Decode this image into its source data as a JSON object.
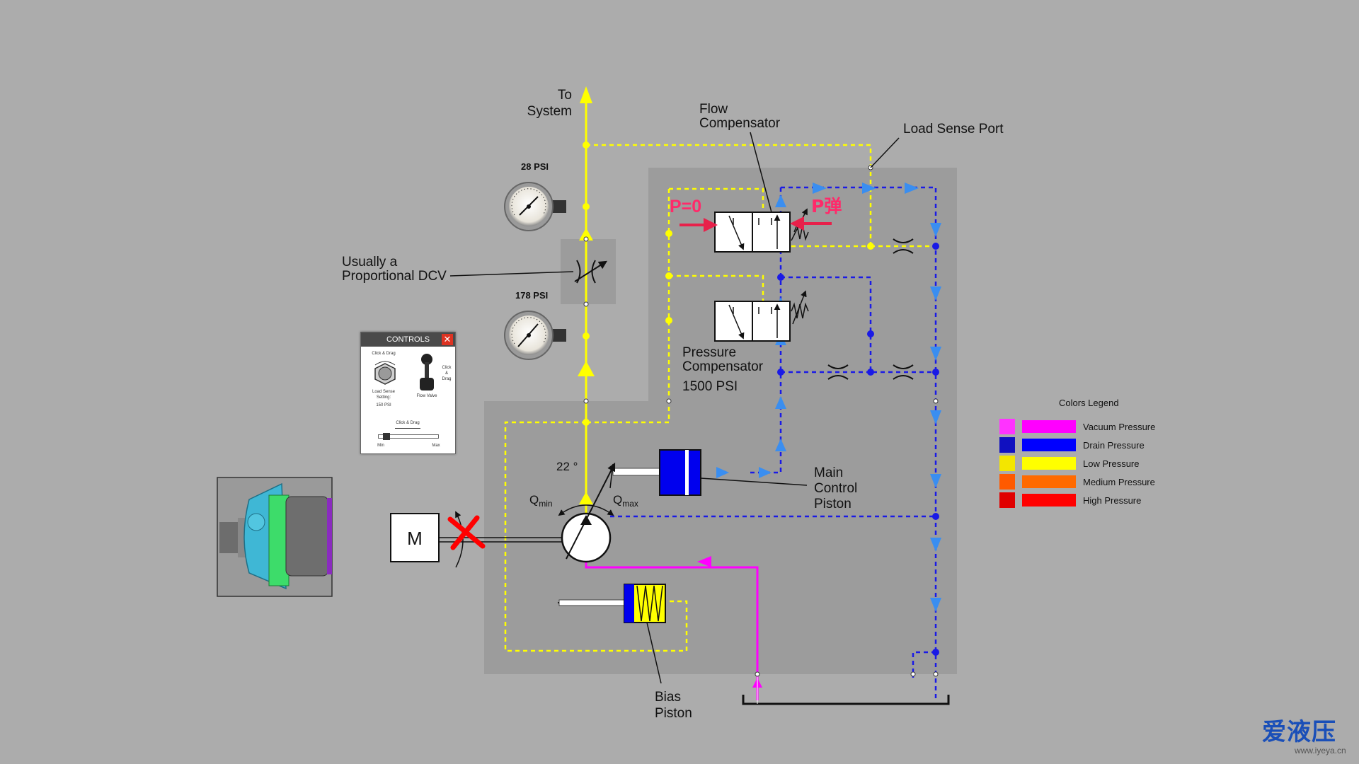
{
  "labels": {
    "to_system": [
      "To",
      "System"
    ],
    "flow_compensator": [
      "Flow",
      "Compensator"
    ],
    "load_sense_port": "Load Sense Port",
    "dcv": [
      "Usually a",
      "Proportional DCV"
    ],
    "gauge_top": "28 PSI",
    "gauge_bottom": "178 PSI",
    "pressure_compensator": [
      "Pressure",
      "Compensator",
      "1500 PSI"
    ],
    "main_control_piston": [
      "Main",
      "Control",
      "Piston"
    ],
    "bias_piston": [
      "Bias",
      "Piston"
    ],
    "angle": "22 °",
    "qmin": "Q",
    "qmin_sub": "min",
    "qmax": "Q",
    "qmax_sub": "max",
    "motor": "M",
    "p_zero": "P=0",
    "p_spring": "P弹"
  },
  "controls": {
    "title": "CONTROLS",
    "close": "✕",
    "click_drag_1": "Click & Drag",
    "load_sense_setting": [
      "Load Sense",
      "Setting:",
      "150 PSI"
    ],
    "flow_valve": "Flow Valve",
    "click_drag_side": "Click & Drag",
    "click_drag_2": "Click & Drag",
    "min": "Min",
    "max": "Max",
    "slider_level": 0.08
  },
  "legend": {
    "title": "Colors Legend",
    "items": [
      {
        "label": "Vacuum Pressure",
        "color_dark": "#ff33ff",
        "color": "#ff00ff"
      },
      {
        "label": "Drain Pressure",
        "color_dark": "#1010c0",
        "color": "#0000ff"
      },
      {
        "label": "Low Pressure",
        "color_dark": "#f3e600",
        "color": "#ffff00"
      },
      {
        "label": "Medium Pressure",
        "color_dark": "#ff5a00",
        "color": "#ff6a00"
      },
      {
        "label": "High Pressure",
        "color_dark": "#e00000",
        "color": "#ff0000"
      }
    ]
  },
  "watermark": {
    "main": "爱液压",
    "sub": "www.iyeya.cn"
  },
  "colors": {
    "low": "#ffff00",
    "drain": "#1a1ae6",
    "vacuum": "#ff00ff",
    "flow_arrow": "#3a8ef0",
    "annotation": "#e8204a"
  }
}
